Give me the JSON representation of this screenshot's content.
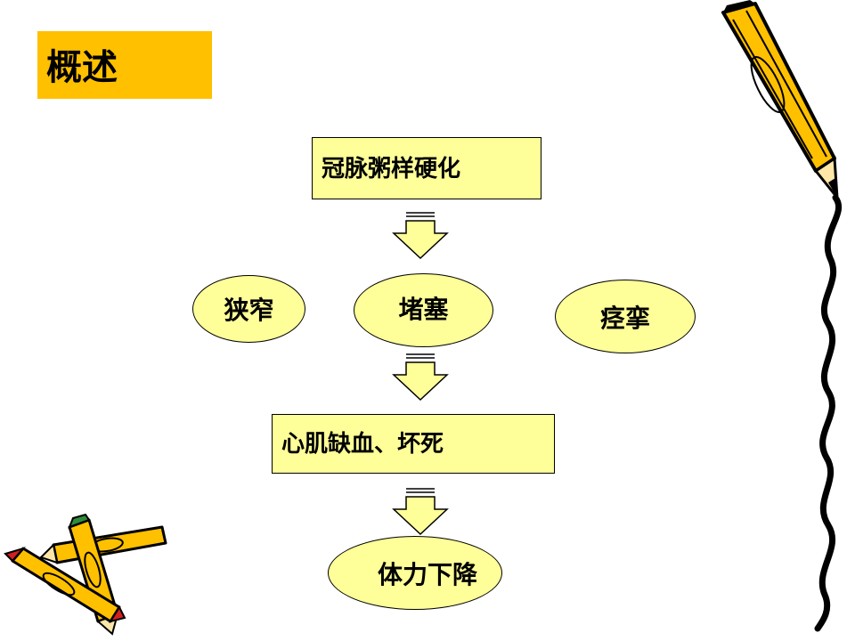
{
  "title": "概述",
  "nodes": {
    "top": "冠脉粥样硬化",
    "left": "狭窄",
    "center": "堵塞",
    "right": "痉挛",
    "middle": "心肌缺血、坏死",
    "bottom": "体力下降"
  },
  "colors": {
    "title_bg": "#FFC000",
    "box_fill": "#FFFF99",
    "arrow_fill": "#FFFF99",
    "pencil_body": "#FFC000"
  }
}
